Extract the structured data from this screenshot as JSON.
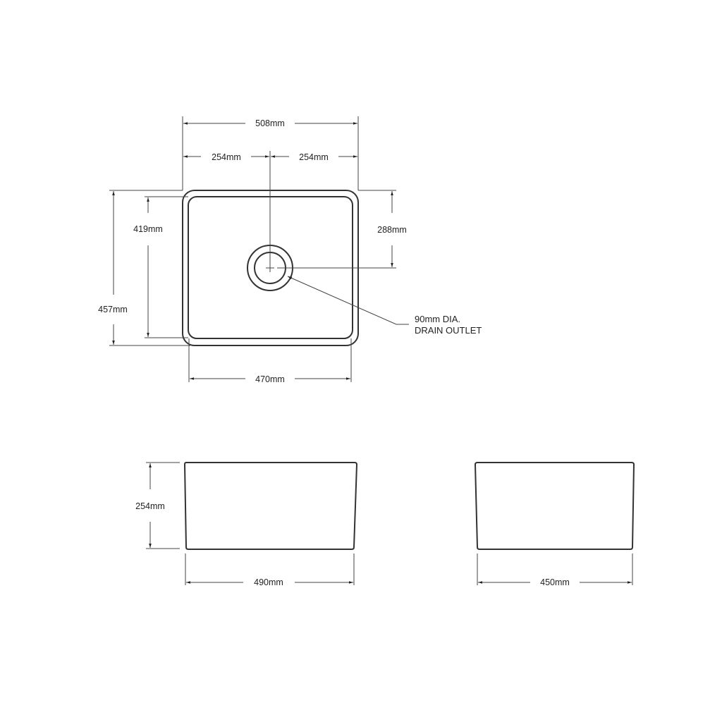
{
  "drawing": {
    "plan_view": {
      "overall_width": "508mm",
      "half_width_left": "254mm",
      "half_width_right": "254mm",
      "overall_depth": "457mm",
      "inner_depth": "419mm",
      "drain_offset": "288mm",
      "base_width": "470mm",
      "drain_note_line1": "90mm  DIA.",
      "drain_note_line2": "DRAIN OUTLET"
    },
    "front_view": {
      "height": "254mm",
      "width": "490mm"
    },
    "side_view": {
      "width": "450mm"
    },
    "colors": {
      "line": "#333333",
      "background": "#ffffff"
    }
  }
}
